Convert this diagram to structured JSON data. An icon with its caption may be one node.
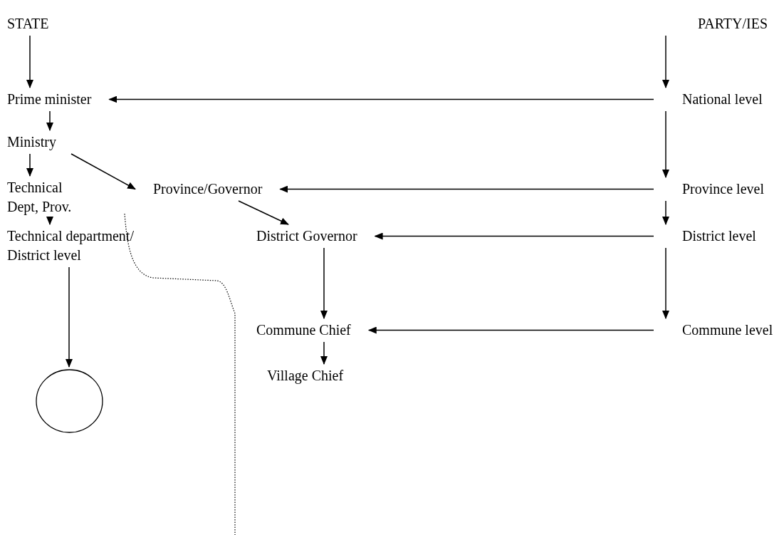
{
  "diagram": {
    "nodes": [
      {
        "text": [
          "STATE"
        ]
      },
      {
        "text": [
          "PARTY/IES"
        ]
      },
      {
        "text": [
          "Prime minister"
        ]
      },
      {
        "text": [
          "National level"
        ]
      },
      {
        "text": [
          "Ministry"
        ]
      },
      {
        "text": [
          "Technical Dept, Prov."
        ]
      },
      {
        "text": [
          "Province/Governor"
        ]
      },
      {
        "text": [
          "Province level"
        ]
      },
      {
        "text": [
          "Technical department/ District level"
        ]
      },
      {
        "text": [
          "District Governor"
        ]
      },
      {
        "text": [
          "District level"
        ]
      },
      {
        "text": [
          "Commune Chief"
        ]
      },
      {
        "text": [
          "Commune level"
        ]
      },
      {
        "text": [
          "Village Chief"
        ]
      },
      {
        "text": [],
        "shape": "circle"
      }
    ],
    "edges": [
      {
        "from": 0,
        "to": 2,
        "arrow": "to"
      },
      {
        "from": 1,
        "to": 3,
        "arrow": "to"
      },
      {
        "from": 3,
        "to": 2,
        "arrow": "to"
      },
      {
        "from": 2,
        "to": 4,
        "arrow": "to"
      },
      {
        "from": 4,
        "to": 5,
        "arrow": "to"
      },
      {
        "from": 4,
        "to": 6,
        "arrow": "to"
      },
      {
        "from": 3,
        "to": 7,
        "arrow": "to"
      },
      {
        "from": 7,
        "to": 6,
        "arrow": "to"
      },
      {
        "from": 5,
        "to": 8,
        "arrow": "to"
      },
      {
        "from": 6,
        "to": 9,
        "arrow": "to"
      },
      {
        "from": 7,
        "to": 10,
        "arrow": "to"
      },
      {
        "from": 10,
        "to": 9,
        "arrow": "to"
      },
      {
        "from": 9,
        "to": 11,
        "arrow": "to"
      },
      {
        "from": 10,
        "to": 12,
        "arrow": "to"
      },
      {
        "from": 12,
        "to": 11,
        "arrow": "to"
      },
      {
        "from": 11,
        "to": 13,
        "arrow": "to"
      },
      {
        "from": 8,
        "to": 14,
        "arrow": "to"
      }
    ]
  }
}
